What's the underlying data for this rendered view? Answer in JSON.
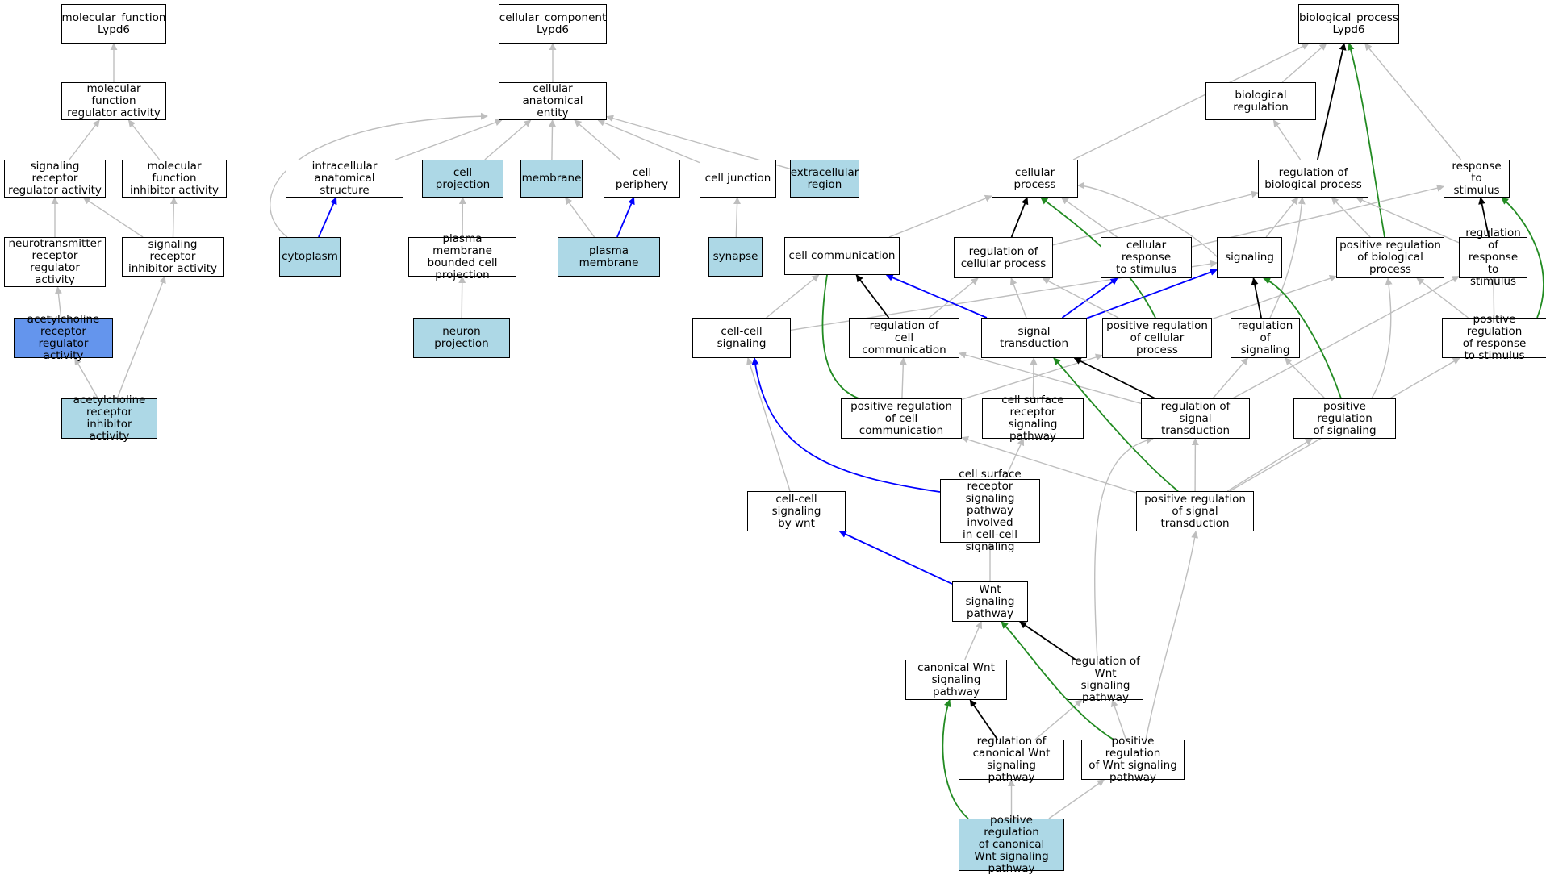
{
  "colors": {
    "normal": "#ffffff",
    "annotated": "#add8e6",
    "query": "#6495ed",
    "edge_is_a": "#bebebe",
    "edge_regulates": "#000000",
    "edge_positively_regulates": "#228b22",
    "edge_part_of": "#0000ff"
  },
  "nodes": [
    {
      "id": "mf_root",
      "label": "molecular_function\nLypd6",
      "kind": "normal"
    },
    {
      "id": "mf_reg",
      "label": "molecular function\nregulator activity",
      "kind": "normal"
    },
    {
      "id": "sig_rec_reg",
      "label": "signaling receptor\nregulator activity",
      "kind": "normal"
    },
    {
      "id": "mf_inhib",
      "label": "molecular function\ninhibitor activity",
      "kind": "normal"
    },
    {
      "id": "nt_rec_reg",
      "label": "neurotransmitter\nreceptor regulator\nactivity",
      "kind": "normal"
    },
    {
      "id": "sig_rec_inhib",
      "label": "signaling receptor\ninhibitor activity",
      "kind": "normal"
    },
    {
      "id": "ach_reg",
      "label": "acetylcholine\nreceptor regulator\nactivity",
      "kind": "query"
    },
    {
      "id": "ach_inhib",
      "label": "acetylcholine\nreceptor inhibitor\nactivity",
      "kind": "annotated"
    },
    {
      "id": "cc_root",
      "label": "cellular_component\nLypd6",
      "kind": "normal"
    },
    {
      "id": "cae",
      "label": "cellular anatomical\nentity",
      "kind": "normal"
    },
    {
      "id": "ias",
      "label": "intracellular\nanatomical structure",
      "kind": "normal"
    },
    {
      "id": "cell_proj",
      "label": "cell projection",
      "kind": "annotated"
    },
    {
      "id": "membrane",
      "label": "membrane",
      "kind": "annotated"
    },
    {
      "id": "cell_periph",
      "label": "cell periphery",
      "kind": "normal"
    },
    {
      "id": "cell_junc",
      "label": "cell junction",
      "kind": "normal"
    },
    {
      "id": "extracell",
      "label": "extracellular\nregion",
      "kind": "annotated"
    },
    {
      "id": "cytoplasm",
      "label": "cytoplasm",
      "kind": "annotated"
    },
    {
      "id": "pm_bcp",
      "label": "plasma membrane\nbounded cell\nprojection",
      "kind": "normal"
    },
    {
      "id": "pm",
      "label": "plasma membrane",
      "kind": "annotated"
    },
    {
      "id": "synapse",
      "label": "synapse",
      "kind": "annotated"
    },
    {
      "id": "neuron_proj",
      "label": "neuron projection",
      "kind": "annotated"
    },
    {
      "id": "bp_root",
      "label": "biological_process\nLypd6",
      "kind": "normal"
    },
    {
      "id": "bio_reg",
      "label": "biological regulation",
      "kind": "normal"
    },
    {
      "id": "cell_proc",
      "label": "cellular process",
      "kind": "normal"
    },
    {
      "id": "reg_bp",
      "label": "regulation of\nbiological process",
      "kind": "normal"
    },
    {
      "id": "resp_stim",
      "label": "response to\nstimulus",
      "kind": "normal"
    },
    {
      "id": "cell_comm",
      "label": "cell communication",
      "kind": "normal"
    },
    {
      "id": "reg_cp",
      "label": "regulation of\ncellular process",
      "kind": "normal"
    },
    {
      "id": "cell_resp",
      "label": "cellular response\nto stimulus",
      "kind": "normal"
    },
    {
      "id": "signaling",
      "label": "signaling",
      "kind": "normal"
    },
    {
      "id": "pos_reg_bp",
      "label": "positive regulation\nof biological\nprocess",
      "kind": "normal"
    },
    {
      "id": "reg_resp",
      "label": "regulation of\nresponse to\nstimulus",
      "kind": "normal"
    },
    {
      "id": "ccs",
      "label": "cell-cell signaling",
      "kind": "normal"
    },
    {
      "id": "reg_cc",
      "label": "regulation of\ncell communication",
      "kind": "normal"
    },
    {
      "id": "sig_trans",
      "label": "signal transduction",
      "kind": "normal"
    },
    {
      "id": "pos_reg_cp",
      "label": "positive regulation\nof cellular\nprocess",
      "kind": "normal"
    },
    {
      "id": "reg_sig",
      "label": "regulation of\nsignaling",
      "kind": "normal"
    },
    {
      "id": "pos_reg_resp",
      "label": "positive regulation\nof response\nto stimulus",
      "kind": "normal"
    },
    {
      "id": "pos_reg_cc",
      "label": "positive regulation\nof cell communication",
      "kind": "normal"
    },
    {
      "id": "csrsp",
      "label": "cell surface\nreceptor signaling\npathway",
      "kind": "normal"
    },
    {
      "id": "reg_st",
      "label": "regulation of\nsignal transduction",
      "kind": "normal"
    },
    {
      "id": "pos_reg_sig",
      "label": "positive regulation\nof signaling",
      "kind": "normal"
    },
    {
      "id": "ccs_wnt",
      "label": "cell-cell signaling\nby wnt",
      "kind": "normal"
    },
    {
      "id": "csrsp_ccs",
      "label": "cell surface\nreceptor signaling\npathway involved\nin cell-cell\nsignaling",
      "kind": "normal"
    },
    {
      "id": "pos_reg_st",
      "label": "positive regulation\nof signal transduction",
      "kind": "normal"
    },
    {
      "id": "wnt",
      "label": "Wnt signaling\npathway",
      "kind": "normal"
    },
    {
      "id": "can_wnt",
      "label": "canonical Wnt\nsignaling pathway",
      "kind": "normal"
    },
    {
      "id": "reg_wnt",
      "label": "regulation of\nWnt signaling\npathway",
      "kind": "normal"
    },
    {
      "id": "reg_can_wnt",
      "label": "regulation of\ncanonical Wnt\nsignaling pathway",
      "kind": "normal"
    },
    {
      "id": "pos_reg_wnt",
      "label": "positive regulation\nof Wnt signaling\npathway",
      "kind": "normal"
    },
    {
      "id": "pos_reg_can_wnt",
      "label": "positive regulation\nof canonical\nWnt signaling\npathway",
      "kind": "annotated"
    }
  ],
  "edges": [
    [
      "mf_reg",
      "mf_root",
      "is_a"
    ],
    [
      "sig_rec_reg",
      "mf_reg",
      "is_a"
    ],
    [
      "mf_inhib",
      "mf_reg",
      "is_a"
    ],
    [
      "nt_rec_reg",
      "sig_rec_reg",
      "is_a"
    ],
    [
      "sig_rec_inhib",
      "sig_rec_reg",
      "is_a"
    ],
    [
      "sig_rec_inhib",
      "mf_inhib",
      "is_a"
    ],
    [
      "ach_reg",
      "nt_rec_reg",
      "is_a"
    ],
    [
      "ach_inhib",
      "ach_reg",
      "is_a"
    ],
    [
      "ach_inhib",
      "sig_rec_inhib",
      "is_a"
    ],
    [
      "cae",
      "cc_root",
      "is_a"
    ],
    [
      "ias",
      "cae",
      "is_a"
    ],
    [
      "cell_proj",
      "cae",
      "is_a"
    ],
    [
      "membrane",
      "cae",
      "is_a"
    ],
    [
      "cell_periph",
      "cae",
      "is_a"
    ],
    [
      "cell_junc",
      "cae",
      "is_a"
    ],
    [
      "extracell",
      "cae",
      "is_a"
    ],
    [
      "cytoplasm",
      "cae",
      "is_a"
    ],
    [
      "cytoplasm",
      "ias",
      "part_of"
    ],
    [
      "pm_bcp",
      "cell_proj",
      "is_a"
    ],
    [
      "pm",
      "membrane",
      "is_a"
    ],
    [
      "pm",
      "cell_periph",
      "part_of"
    ],
    [
      "synapse",
      "cell_junc",
      "is_a"
    ],
    [
      "neuron_proj",
      "pm_bcp",
      "is_a"
    ],
    [
      "bio_reg",
      "bp_root",
      "is_a"
    ],
    [
      "cell_proc",
      "bp_root",
      "is_a"
    ],
    [
      "resp_stim",
      "bp_root",
      "is_a"
    ],
    [
      "reg_bp",
      "bio_reg",
      "is_a"
    ],
    [
      "reg_bp",
      "bp_root",
      "regulates"
    ],
    [
      "pos_reg_bp",
      "bp_root",
      "positively_regulates"
    ],
    [
      "cell_comm",
      "cell_proc",
      "is_a"
    ],
    [
      "reg_cp",
      "cell_proc",
      "regulates"
    ],
    [
      "reg_cp",
      "reg_bp",
      "is_a"
    ],
    [
      "cell_resp",
      "cell_proc",
      "is_a"
    ],
    [
      "cell_resp",
      "resp_stim",
      "is_a"
    ],
    [
      "signaling",
      "cell_proc",
      "is_a"
    ],
    [
      "signaling",
      "reg_bp",
      "is_a"
    ],
    [
      "pos_reg_bp",
      "reg_bp",
      "is_a"
    ],
    [
      "reg_resp",
      "reg_bp",
      "is_a"
    ],
    [
      "reg_resp",
      "resp_stim",
      "regulates"
    ],
    [
      "ccs",
      "cell_comm",
      "is_a"
    ],
    [
      "ccs",
      "signaling",
      "is_a"
    ],
    [
      "reg_cc",
      "cell_comm",
      "regulates"
    ],
    [
      "reg_cc",
      "reg_cp",
      "is_a"
    ],
    [
      "sig_trans",
      "cell_comm",
      "part_of"
    ],
    [
      "sig_trans",
      "cell_resp",
      "part_of"
    ],
    [
      "sig_trans",
      "signaling",
      "part_of"
    ],
    [
      "sig_trans",
      "reg_cp",
      "is_a"
    ],
    [
      "pos_reg_cp",
      "cell_proc",
      "positively_regulates"
    ],
    [
      "pos_reg_cp",
      "reg_cp",
      "is_a"
    ],
    [
      "pos_reg_cp",
      "pos_reg_bp",
      "is_a"
    ],
    [
      "reg_sig",
      "reg_bp",
      "is_a"
    ],
    [
      "reg_sig",
      "signaling",
      "regulates"
    ],
    [
      "pos_reg_resp",
      "reg_resp",
      "is_a"
    ],
    [
      "pos_reg_resp",
      "pos_reg_bp",
      "is_a"
    ],
    [
      "pos_reg_resp",
      "resp_stim",
      "positively_regulates"
    ],
    [
      "pos_reg_cc",
      "reg_cc",
      "is_a"
    ],
    [
      "pos_reg_cc",
      "cell_comm",
      "positively_regulates"
    ],
    [
      "pos_reg_cc",
      "pos_reg_cp",
      "is_a"
    ],
    [
      "csrsp",
      "sig_trans",
      "is_a"
    ],
    [
      "reg_st",
      "sig_trans",
      "regulates"
    ],
    [
      "reg_st",
      "reg_sig",
      "is_a"
    ],
    [
      "reg_st",
      "reg_resp",
      "is_a"
    ],
    [
      "reg_st",
      "reg_cc",
      "is_a"
    ],
    [
      "pos_reg_sig",
      "reg_sig",
      "is_a"
    ],
    [
      "pos_reg_sig",
      "signaling",
      "positively_regulates"
    ],
    [
      "pos_reg_sig",
      "pos_reg_bp",
      "is_a"
    ],
    [
      "ccs_wnt",
      "ccs",
      "is_a"
    ],
    [
      "csrsp_ccs",
      "csrsp",
      "is_a"
    ],
    [
      "csrsp_ccs",
      "ccs",
      "part_of"
    ],
    [
      "pos_reg_st",
      "reg_st",
      "is_a"
    ],
    [
      "pos_reg_st",
      "pos_reg_sig",
      "is_a"
    ],
    [
      "pos_reg_st",
      "pos_reg_resp",
      "is_a"
    ],
    [
      "pos_reg_st",
      "sig_trans",
      "positively_regulates"
    ],
    [
      "pos_reg_st",
      "pos_reg_cc",
      "is_a"
    ],
    [
      "wnt",
      "csrsp_ccs",
      "is_a"
    ],
    [
      "wnt",
      "ccs_wnt",
      "part_of"
    ],
    [
      "can_wnt",
      "wnt",
      "is_a"
    ],
    [
      "reg_wnt",
      "wnt",
      "regulates"
    ],
    [
      "reg_wnt",
      "reg_st",
      "is_a"
    ],
    [
      "reg_can_wnt",
      "can_wnt",
      "regulates"
    ],
    [
      "reg_can_wnt",
      "reg_wnt",
      "is_a"
    ],
    [
      "pos_reg_wnt",
      "wnt",
      "positively_regulates"
    ],
    [
      "pos_reg_wnt",
      "reg_wnt",
      "is_a"
    ],
    [
      "pos_reg_wnt",
      "pos_reg_st",
      "is_a"
    ],
    [
      "pos_reg_can_wnt",
      "can_wnt",
      "positively_regulates"
    ],
    [
      "pos_reg_can_wnt",
      "reg_can_wnt",
      "is_a"
    ],
    [
      "pos_reg_can_wnt",
      "pos_reg_wnt",
      "is_a"
    ]
  ]
}
